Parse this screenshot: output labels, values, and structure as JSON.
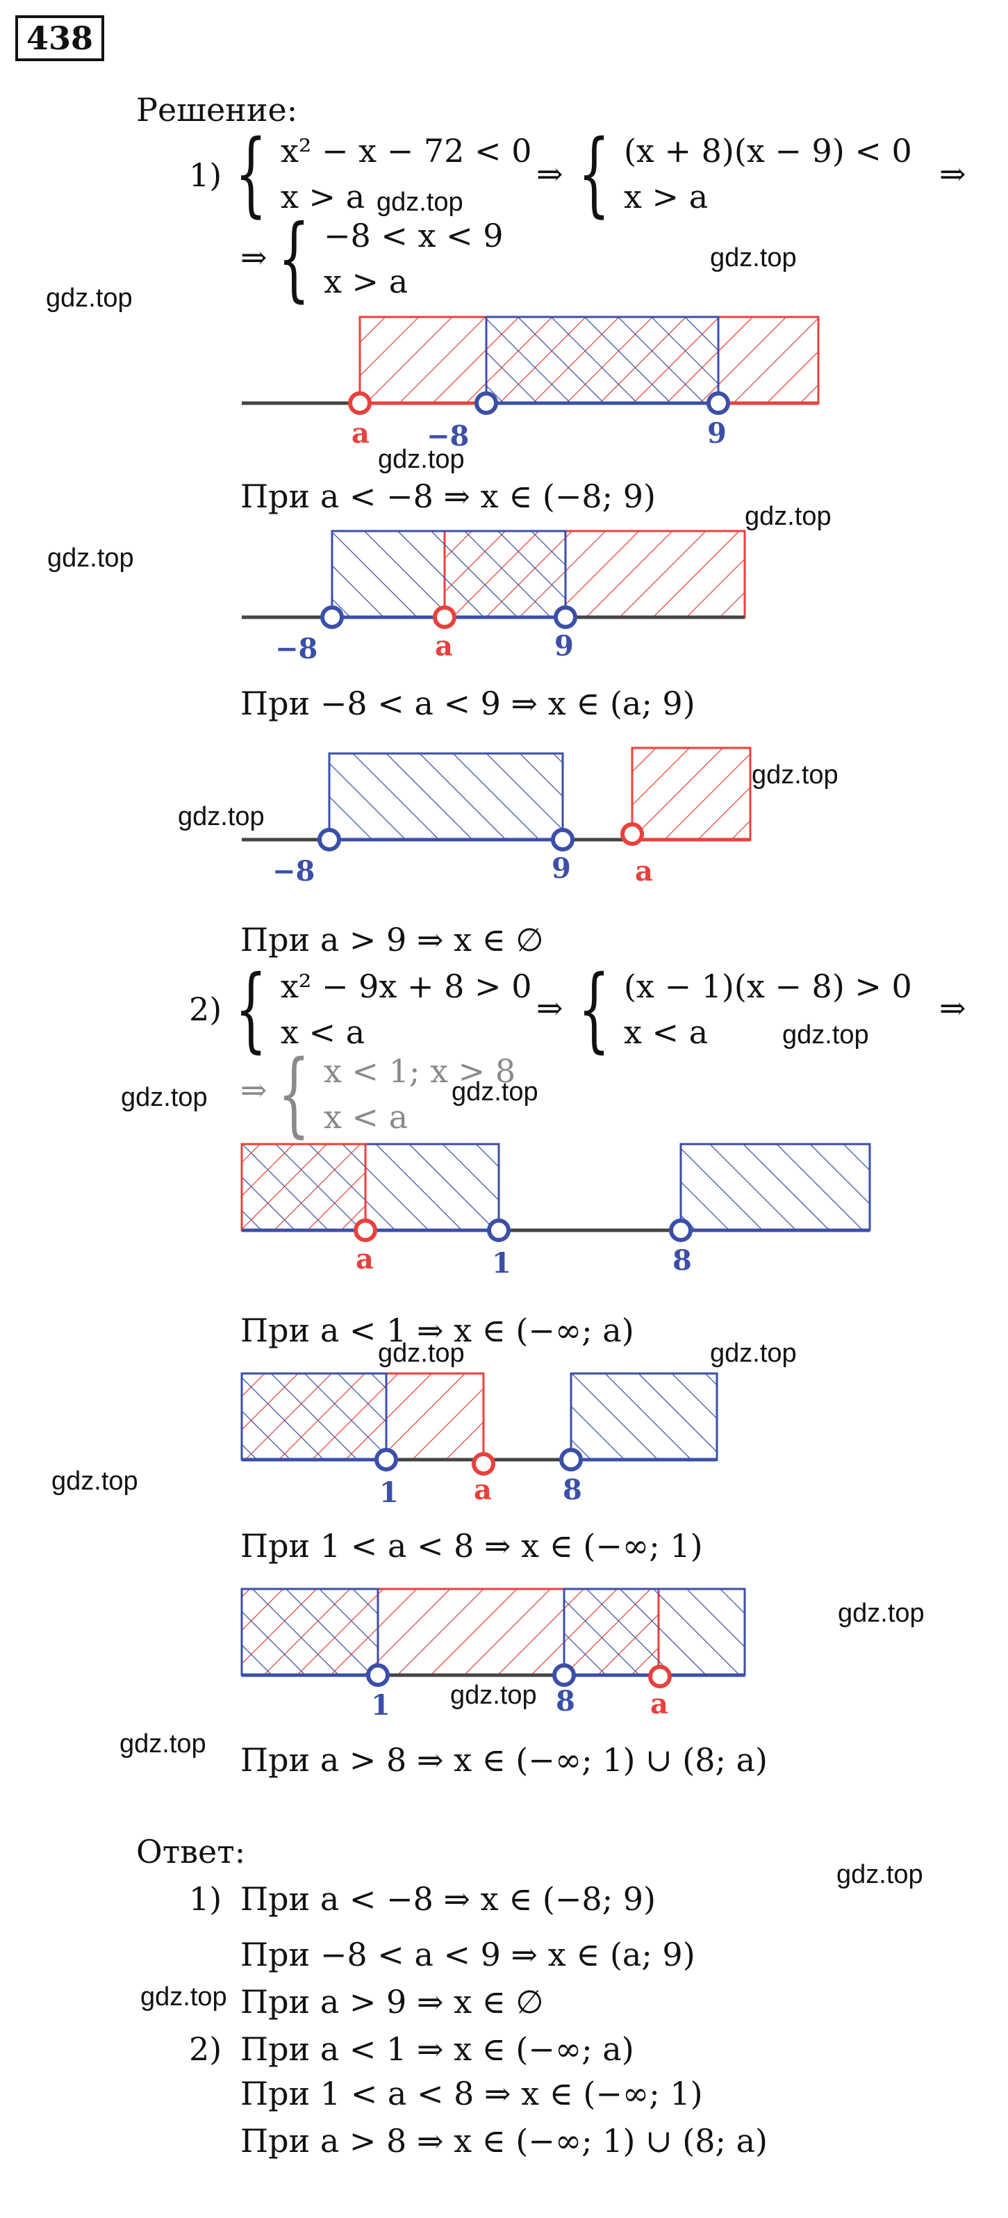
{
  "problem_number": "438",
  "heading": "Решение:",
  "part1": {
    "label": "1)",
    "sys1": [
      "x² − x − 72 < 0",
      "x > a"
    ],
    "sys2": [
      "(x + 8)(x − 9) < 0",
      "x > a"
    ],
    "sys3": [
      "−8 < x < 9",
      "x > a"
    ],
    "implies": "⇒",
    "cases": [
      {
        "points": [
          "a",
          "−8",
          "9"
        ],
        "result": "При a < −8 ⇒ x ∈ (−8; 9)"
      },
      {
        "points": [
          "−8",
          "a",
          "9"
        ],
        "result": "При −8 < a < 9 ⇒ x ∈ (a; 9)"
      },
      {
        "points": [
          "−8",
          "9",
          "a"
        ],
        "result": "При a > 9 ⇒ x ∈ ∅"
      }
    ]
  },
  "part2": {
    "label": "2)",
    "sys1": [
      "x² − 9x + 8 > 0",
      "x < a"
    ],
    "sys2": [
      "(x − 1)(x − 8) > 0",
      "x < a"
    ],
    "sys3": [
      "x < 1; x > 8",
      "x < a"
    ],
    "implies": "⇒",
    "cases": [
      {
        "points": [
          "a",
          "1",
          "8"
        ],
        "result": "При a < 1 ⇒ x ∈ (−∞; a)"
      },
      {
        "points": [
          "1",
          "a",
          "8"
        ],
        "result": "При 1 < a < 8 ⇒ x ∈ (−∞; 1)"
      },
      {
        "points": [
          "1",
          "8",
          "a"
        ],
        "result": "При a > 8 ⇒ x ∈ (−∞; 1) ∪ (8; a)"
      }
    ]
  },
  "answer": {
    "heading": "Ответ:",
    "part1_label": "1)",
    "part1": [
      "При a < −8 ⇒ x ∈ (−8; 9)",
      "При −8 < a < 9 ⇒ x ∈ (a; 9)",
      "При a > 9 ⇒ x ∈ ∅"
    ],
    "part2_label": "2)",
    "part2": [
      "При a < 1 ⇒ x ∈ (−∞; a)",
      "При 1 < a < 8 ⇒ x ∈ (−∞; 1)",
      "При a > 8 ⇒ x ∈ (−∞; 1) ∪ (8; a)"
    ]
  },
  "watermark": "gdz.top",
  "colors": {
    "red": "#e8413d",
    "blue": "#3b4fa8",
    "axis": "#444444"
  }
}
